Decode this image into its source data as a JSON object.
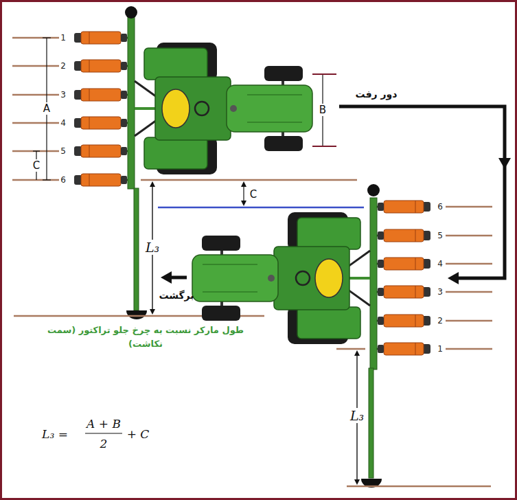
{
  "diagram": {
    "labels": [
      "1",
      "2",
      "3",
      "4",
      "5",
      "6",
      "A",
      "C",
      "B",
      "دور رفت",
      "C",
      "L₃",
      "طول مارکر نسبت به چرخ جلو تراکتور (سمت نکاشت)",
      "برگشت",
      "6",
      "5",
      "4",
      "3",
      "2",
      "1",
      "L₃",
      "L₃ =",
      "A + B",
      "2",
      "+ C"
    ]
  }
}
